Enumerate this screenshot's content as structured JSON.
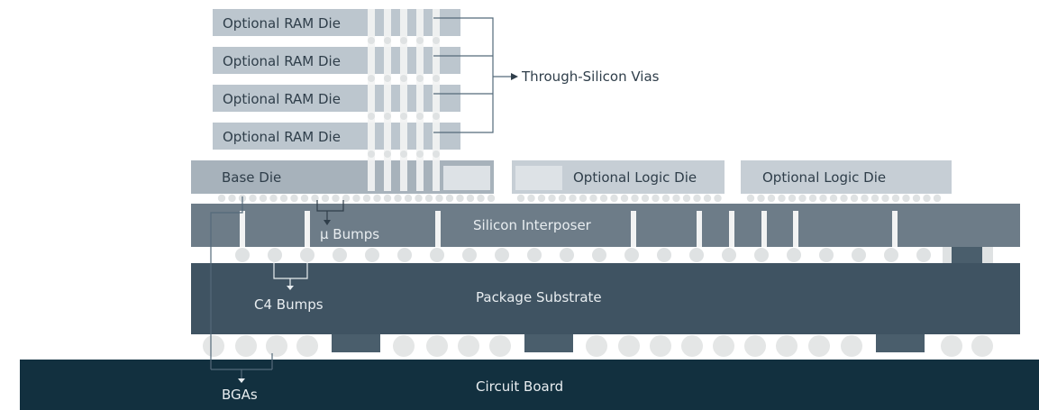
{
  "colors": {
    "ram_die": "#bcc6ce",
    "base_die": "#a7b2bb",
    "logic_die": "#c6ced5",
    "logic_inset": "#dde2e6",
    "interposer": "#6d7c88",
    "substrate": "#3f5362",
    "board": "#12303f",
    "via": "#f2f3f3",
    "bump": "#dfe2e3",
    "ball": "#e4e6e6",
    "pad": "#4a5e6c",
    "connector": "#546a7a",
    "dark_text": "#2f3e4a",
    "light_text": "#e8edf0"
  },
  "dies": {
    "ram": [
      "Optional RAM Die",
      "Optional RAM Die",
      "Optional RAM Die",
      "Optional RAM Die"
    ],
    "base": "Base Die",
    "logic": [
      "Optional Logic Die",
      "Optional Logic Die"
    ]
  },
  "layers": {
    "interposer": "Silicon Interposer",
    "substrate": "Package Substrate",
    "board": "Circuit Board"
  },
  "annotations": {
    "tsv": "Through-Silicon Vias",
    "ubumps": "μ Bumps",
    "c4": "C4 Bumps",
    "bga": "BGAs"
  }
}
